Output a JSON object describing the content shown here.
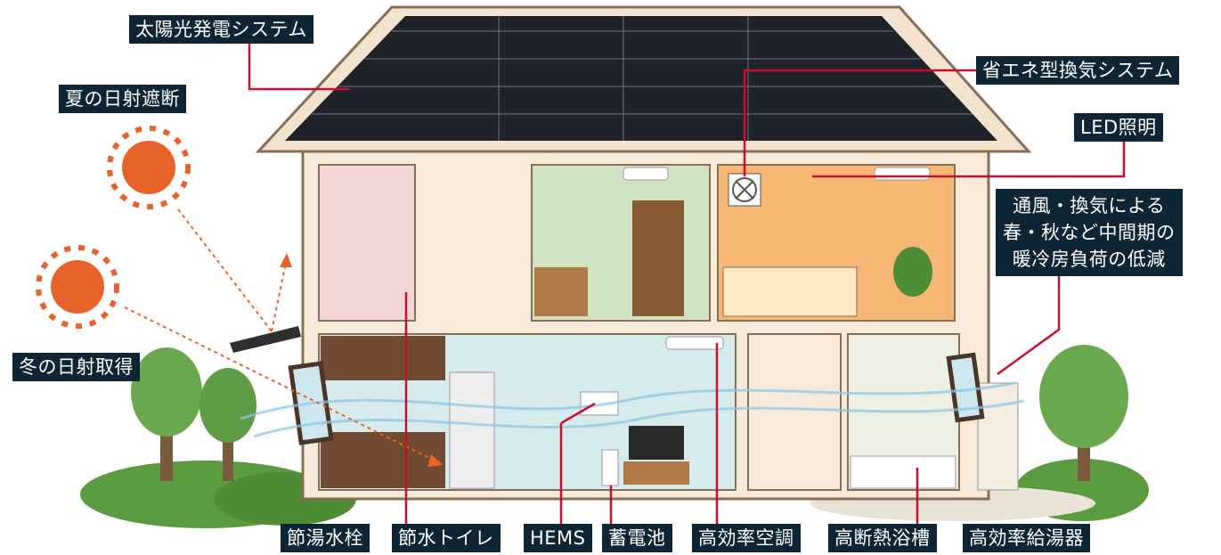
{
  "labels": {
    "solar": "太陽光発電システム",
    "summer": "夏の日射遮断",
    "winter": "冬の日射取得",
    "ventilation": "省エネ型換気システム",
    "led": "LED照明",
    "wind": [
      "通風・換気による",
      "春・秋など中間期の",
      "暖冷房負荷の低減"
    ],
    "bottom": [
      "節湯水栓",
      "節水トイレ",
      "HEMS",
      "蓄電池",
      "高効率空調",
      "高断熱浴槽",
      "高効率給湯器"
    ]
  },
  "colors": {
    "label_bg": "#0d2535",
    "leader": "#c8102e",
    "sun": "#e8632a",
    "ray": "#e8632a",
    "wall": "#f7ead8",
    "roof": "#1f2329"
  },
  "icons": [
    "sun-icon",
    "tree-icon",
    "fan-icon",
    "tv-icon"
  ]
}
